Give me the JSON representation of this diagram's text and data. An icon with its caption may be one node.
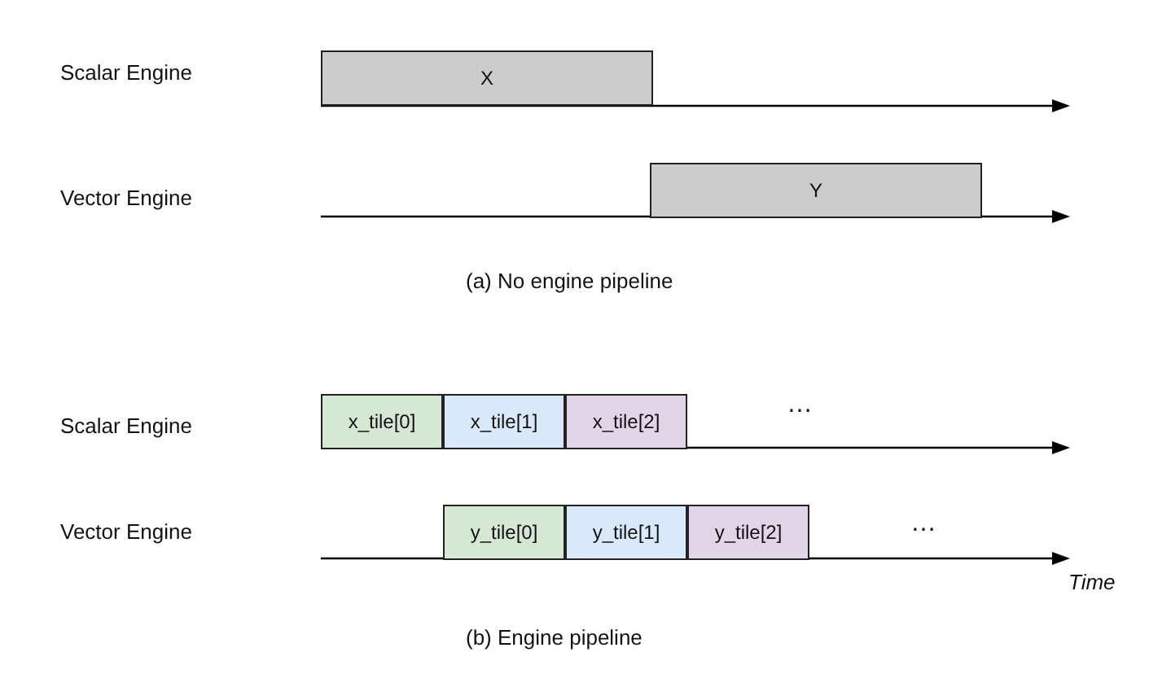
{
  "diagram": {
    "nodes": [
      {
        "text": [
          "X"
        ]
      },
      {
        "text": [
          "Y"
        ]
      },
      {
        "text": [
          "x_tile[0]"
        ]
      },
      {
        "text": [
          "x_tile[1]"
        ]
      },
      {
        "text": [
          "x_tile[2]"
        ]
      },
      {
        "text": [
          "y_tile[0]"
        ]
      },
      {
        "text": [
          "y_tile[1]"
        ]
      },
      {
        "text": [
          "y_tile[2]"
        ]
      }
    ],
    "edges": [],
    "labels": [
      "Scalar Engine",
      "Vector Engine",
      "(a) No engine pipeline",
      "Scalar Engine",
      "…",
      "Vector Engine",
      "…",
      "Time",
      "(b) Engine pipeline"
    ]
  }
}
